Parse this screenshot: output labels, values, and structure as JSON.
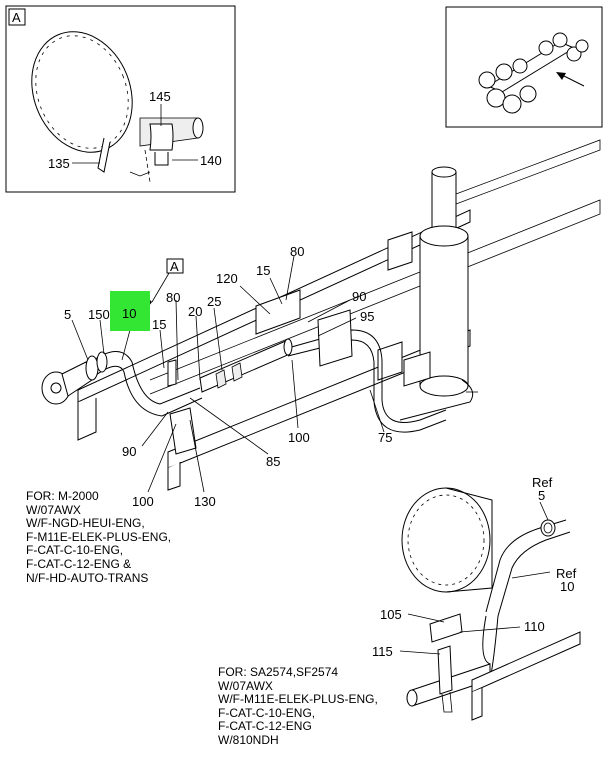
{
  "detail_label": "A",
  "detail_ref_label": "A",
  "highlight_color": "#33e633",
  "callouts": {
    "c135": "135",
    "c145": "145",
    "c140": "140",
    "c5": "5",
    "c150": "150",
    "c10": "10",
    "c15a": "15",
    "c80a": "80",
    "c20": "20",
    "c25": "25",
    "c120": "120",
    "c15b": "15",
    "c80b": "80",
    "c90a": "90",
    "c95": "95",
    "c90b": "90",
    "c85": "85",
    "c100a": "100",
    "c75": "75",
    "c100b": "100",
    "c130": "130",
    "ref5_label": "Ref",
    "ref5_num": "5",
    "ref10_label": "Ref",
    "ref10_num": "10",
    "c105": "105",
    "c110": "110",
    "c115": "115"
  },
  "notes": {
    "left": "FOR: M-2000\nW/07AWX\nW/F-NGD-HEUI-ENG,\nF-M11E-ELEK-PLUS-ENG,\nF-CAT-C-10-ENG,\nF-CAT-C-12-ENG &\nN/F-HD-AUTO-TRANS",
    "bottom": "FOR: SA2574,SF2574\nW/07AWX\nW/F-M11E-ELEK-PLUS-ENG,\nF-CAT-C-10-ENG,\nF-CAT-C-12-ENG\nW/810NDH"
  }
}
